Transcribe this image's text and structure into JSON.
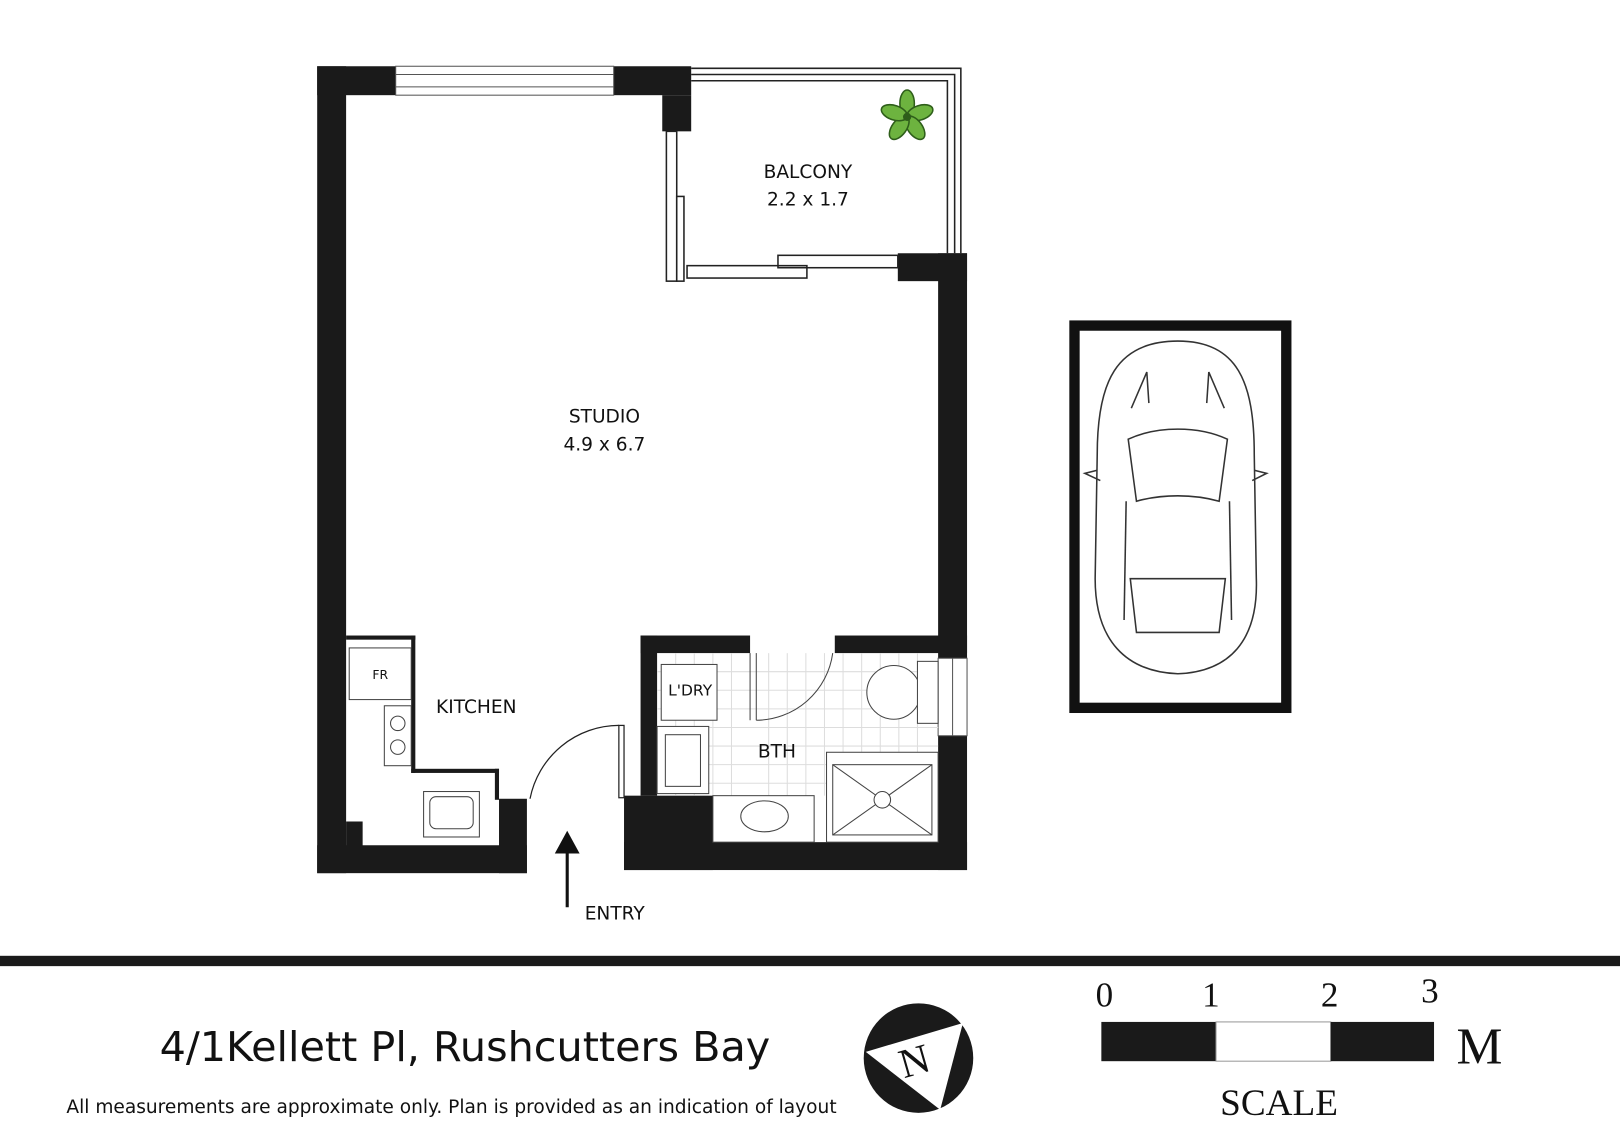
{
  "rooms": {
    "balcony": {
      "name": "BALCONY",
      "dims": "2.2 x 1.7"
    },
    "studio": {
      "name": "STUDIO",
      "dims": "4.9 x 6.7"
    },
    "kitchen": {
      "name": "KITCHEN"
    },
    "fridge": {
      "name": "FR"
    },
    "laundry": {
      "name": "L'DRY"
    },
    "bathroom": {
      "name": "BTH"
    },
    "entry": {
      "name": "ENTRY"
    }
  },
  "footer": {
    "address": "4/1Kellett Pl, Rushcutters Bay",
    "disclaimer": "All measurements are approximate only. Plan is provided as an indication of layout",
    "compass": "N",
    "scale": {
      "ticks": [
        "0",
        "1",
        "2",
        "3"
      ],
      "unit": "M",
      "label": "SCALE"
    }
  },
  "colors": {
    "wall": "#1a1a1a",
    "plant": "#6db33f"
  }
}
